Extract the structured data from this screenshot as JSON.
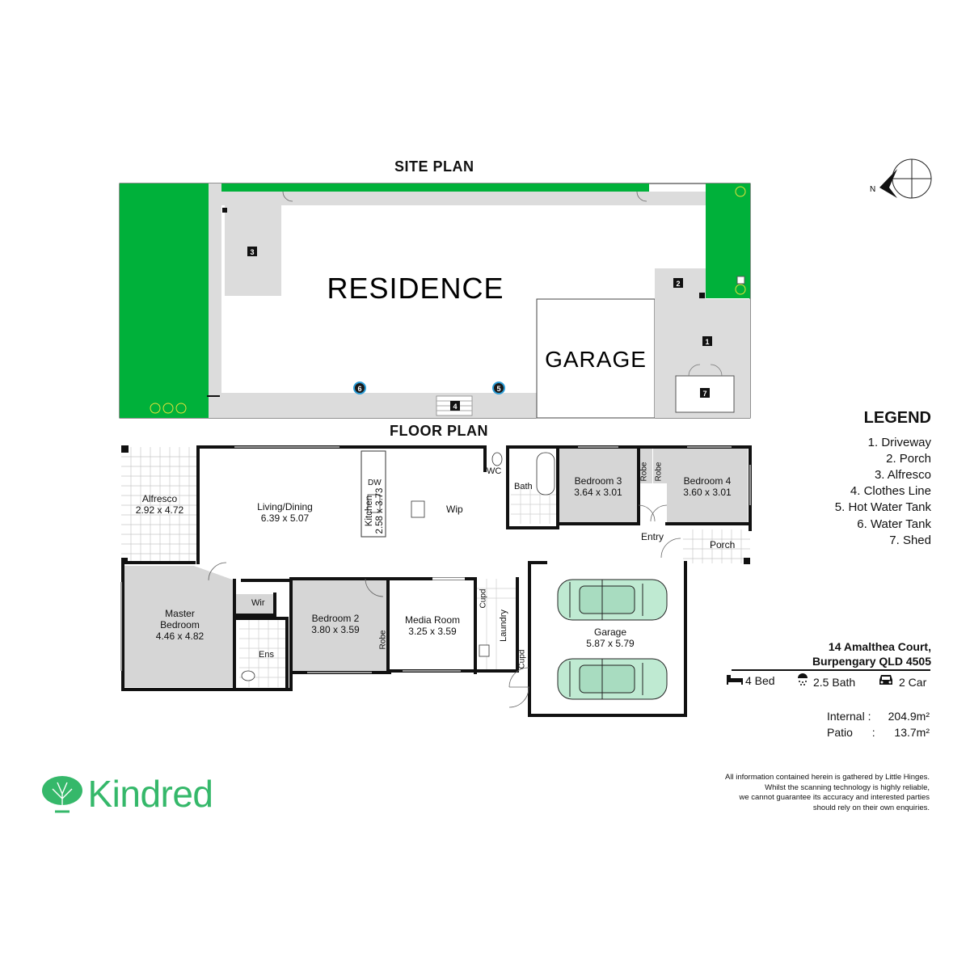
{
  "site_plan": {
    "title": "SITE PLAN",
    "residence_label": "RESIDENCE",
    "garage_label": "GARAGE",
    "markers": [
      "1",
      "2",
      "3",
      "4",
      "5",
      "6",
      "7"
    ],
    "compass_label": "N"
  },
  "floor_plan": {
    "title": "FLOOR PLAN",
    "rooms": {
      "alfresco": {
        "name": "Alfresco",
        "dims": "2.92 x 4.72"
      },
      "living": {
        "name": "Living/Dining",
        "dims": "6.39 x 5.07"
      },
      "kitchen": {
        "name": "Kitchen",
        "dims": "2.58 x 3.73"
      },
      "dw": "DW",
      "wip": "Wip",
      "wc": "WC",
      "bath": "Bath",
      "bedroom3": {
        "name": "Bedroom 3",
        "dims": "3.64 x 3.01"
      },
      "robe": "Robe",
      "bedroom4": {
        "name": "Bedroom 4",
        "dims": "3.60 x 3.01"
      },
      "entry": "Entry",
      "porch": "Porch",
      "master": {
        "name1": "Master",
        "name2": "Bedroom",
        "dims": "4.46 x 4.82"
      },
      "wir": "Wir",
      "ens": "Ens",
      "bedroom2": {
        "name": "Bedroom 2",
        "dims": "3.80 x 3.59"
      },
      "media": {
        "name": "Media Room",
        "dims": "3.25 x 3.59"
      },
      "cupd": "Cupd",
      "laundry": "Laundry",
      "garage": {
        "name": "Garage",
        "dims": "5.87 x 5.79"
      }
    }
  },
  "legend": {
    "title": "LEGEND",
    "items": [
      "1. Driveway",
      "2. Porch",
      "3. Alfresco",
      "4. Clothes Line",
      "5. Hot Water Tank",
      "6. Water Tank",
      "7. Shed"
    ]
  },
  "property": {
    "address_line1": "14 Amalthea Court,",
    "address_line2": "Burpengary QLD 4505",
    "beds": "4 Bed",
    "baths": "2.5 Bath",
    "cars": "2 Car",
    "internal_label": "Internal :",
    "internal_value": "204.9m²",
    "patio_label": "Patio :",
    "patio_value": "13.7m²"
  },
  "brand": {
    "name": "Kindred",
    "color": "#35b86a"
  },
  "disclaimer": [
    "All information contained herein is gathered by Little Hinges.",
    "Whilst the scanning technology is highly reliable,",
    "we cannot guarantee its accuracy and interested parties",
    "should rely on their own enquiries."
  ],
  "colors": {
    "lawn": "#00b13a",
    "paving": "#dcdcdc",
    "room_fill": "#d6d6d6",
    "car_fill": "#bfead2",
    "wall": "#111111"
  },
  "icons": [
    "bed-icon",
    "shower-icon",
    "car-icon",
    "compass-icon",
    "tree-logo-icon"
  ]
}
